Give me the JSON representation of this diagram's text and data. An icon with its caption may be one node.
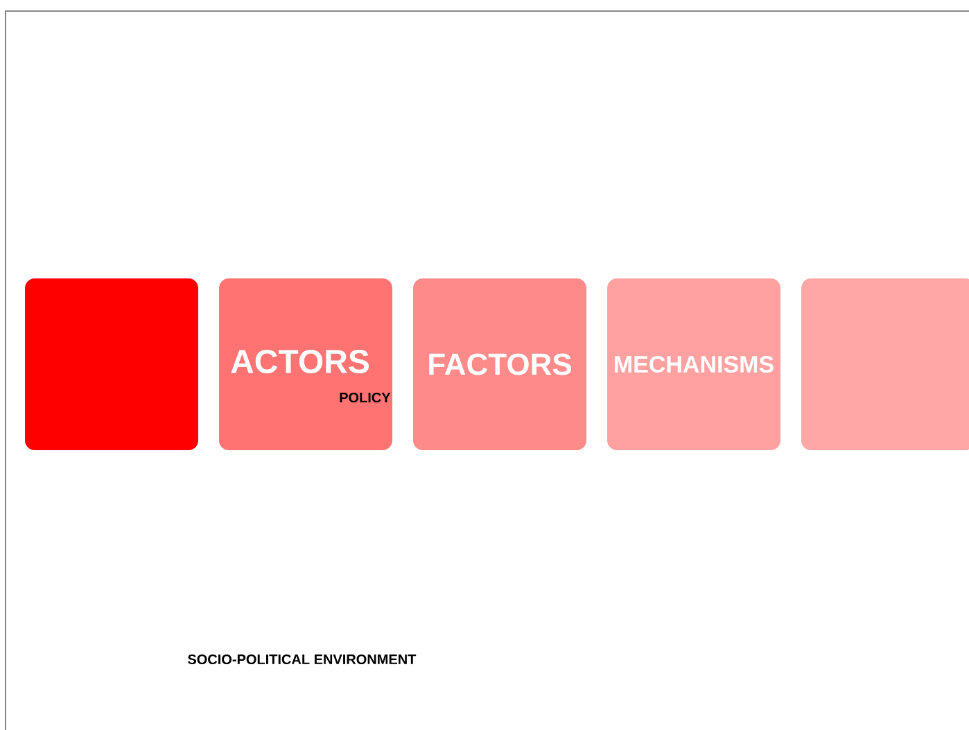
{
  "diagram": {
    "nodes": [
      {
        "text": [],
        "shape": "box"
      },
      {
        "text": [
          "ACTORS",
          "POLICY"
        ]
      },
      {
        "text": [
          "FACTORS"
        ]
      },
      {
        "text": [
          "MECHANISMS"
        ]
      },
      {
        "text": [],
        "shape": "box"
      }
    ],
    "labels": [
      "SOCIO-POLITICAL ENVIRONMENT"
    ]
  }
}
